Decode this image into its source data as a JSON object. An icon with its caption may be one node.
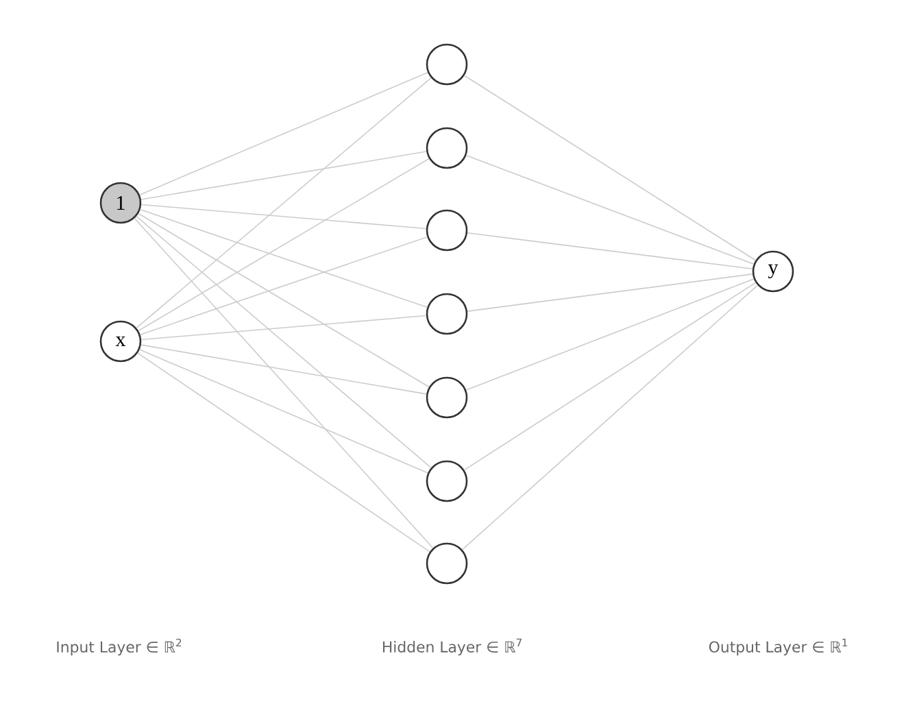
{
  "diagram": {
    "nodes": [
      {
        "text": [
          "1"
        ]
      },
      {
        "text": [
          "x"
        ]
      },
      {
        "text": [],
        "shape": "circle"
      },
      {
        "text": [],
        "shape": "circle"
      },
      {
        "text": [],
        "shape": "circle"
      },
      {
        "text": [],
        "shape": "circle"
      },
      {
        "text": [],
        "shape": "circle"
      },
      {
        "text": [],
        "shape": "circle"
      },
      {
        "text": [],
        "shape": "circle"
      },
      {
        "text": [
          "y"
        ]
      }
    ],
    "edges": [
      {
        "from": 0,
        "to": 2,
        "arrow": "none"
      },
      {
        "from": 0,
        "to": 3,
        "arrow": "none"
      },
      {
        "from": 0,
        "to": 4,
        "arrow": "none"
      },
      {
        "from": 0,
        "to": 5,
        "arrow": "none"
      },
      {
        "from": 0,
        "to": 6,
        "arrow": "none"
      },
      {
        "from": 0,
        "to": 7,
        "arrow": "none"
      },
      {
        "from": 0,
        "to": 8,
        "arrow": "none"
      },
      {
        "from": 1,
        "to": 2,
        "arrow": "none"
      },
      {
        "from": 1,
        "to": 3,
        "arrow": "none"
      },
      {
        "from": 1,
        "to": 4,
        "arrow": "none"
      },
      {
        "from": 1,
        "to": 5,
        "arrow": "none"
      },
      {
        "from": 1,
        "to": 6,
        "arrow": "none"
      },
      {
        "from": 1,
        "to": 7,
        "arrow": "none"
      },
      {
        "from": 1,
        "to": 8,
        "arrow": "none"
      },
      {
        "from": 2,
        "to": 9,
        "arrow": "none"
      },
      {
        "from": 3,
        "to": 9,
        "arrow": "none"
      },
      {
        "from": 4,
        "to": 9,
        "arrow": "none"
      },
      {
        "from": 5,
        "to": 9,
        "arrow": "none"
      },
      {
        "from": 6,
        "to": 9,
        "arrow": "none"
      },
      {
        "from": 7,
        "to": 9,
        "arrow": "none"
      },
      {
        "from": 8,
        "to": 9,
        "arrow": "none"
      }
    ],
    "labels": [
      "Input Layer ∈ ℝ$^{2}$",
      "Hidden Layer ∈ ℝ$^{7}$",
      "Output Layer ∈ ℝ$^{1}$"
    ]
  }
}
